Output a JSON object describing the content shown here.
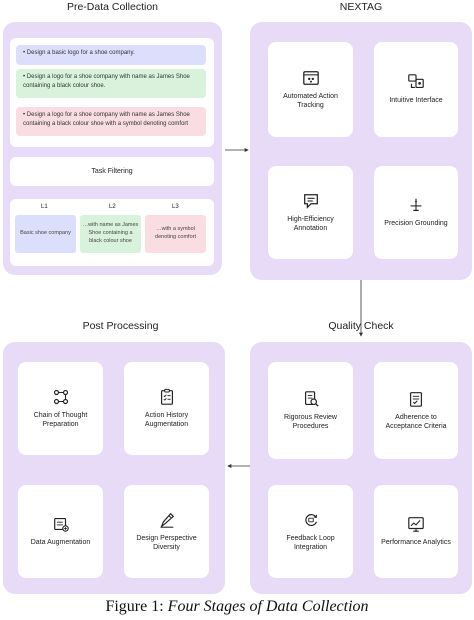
{
  "sections": {
    "pre_data": "Pre-Data Collection",
    "nextag": "NEXTAG",
    "post_processing": "Post Processing",
    "quality_check": "Quality Check"
  },
  "pre_data": {
    "tasks": [
      "Design a basic logo for a shoe company.",
      "Design a logo for a shoe company with name as James Shoe containing a black colour shoe.",
      "Design a logo for a shoe company with name as James Shoe containing a black colour shoe with a symbol denoting comfort"
    ],
    "filter_label": "Task Filtering",
    "levels": [
      {
        "label": "L1",
        "text": "Basic shoe company"
      },
      {
        "label": "L2",
        "text": "…with name as James Shoe containing a black colour shoe"
      },
      {
        "label": "L3",
        "text": "…with a symbol denoting comfort"
      }
    ]
  },
  "nextag": [
    {
      "label": "Automated Action Tracking",
      "icon": "tracking-icon"
    },
    {
      "label": "Intuitive Interface",
      "icon": "interface-icon"
    },
    {
      "label": "High-Efficiency Annotation",
      "icon": "annotation-icon"
    },
    {
      "label": "Precision Grounding",
      "icon": "grounding-icon"
    }
  ],
  "post_processing": [
    {
      "label": "Chain of Thought Preparation",
      "icon": "flow-icon"
    },
    {
      "label": "Action History Augmentation",
      "icon": "checklist-icon"
    },
    {
      "label": "Data Augmentation",
      "icon": "data-icon"
    },
    {
      "label": "Design Perspective Diversity",
      "icon": "pen-icon"
    }
  ],
  "quality_check": [
    {
      "label": "Rigorous Review Procedures",
      "icon": "review-icon"
    },
    {
      "label": "Adherence to Acceptance Criteria",
      "icon": "criteria-icon"
    },
    {
      "label": "Feedback Loop Integration",
      "icon": "feedback-icon"
    },
    {
      "label": "Performance Analytics",
      "icon": "analytics-icon"
    }
  ],
  "caption": {
    "prefix": "Figure 1: ",
    "title": "Four Stages of Data Collection"
  },
  "colors": {
    "panel": "#e7dbf7",
    "task_l1": "#dcdffb",
    "task_l2": "#d9f2dc",
    "task_l3": "#f9dde3"
  }
}
